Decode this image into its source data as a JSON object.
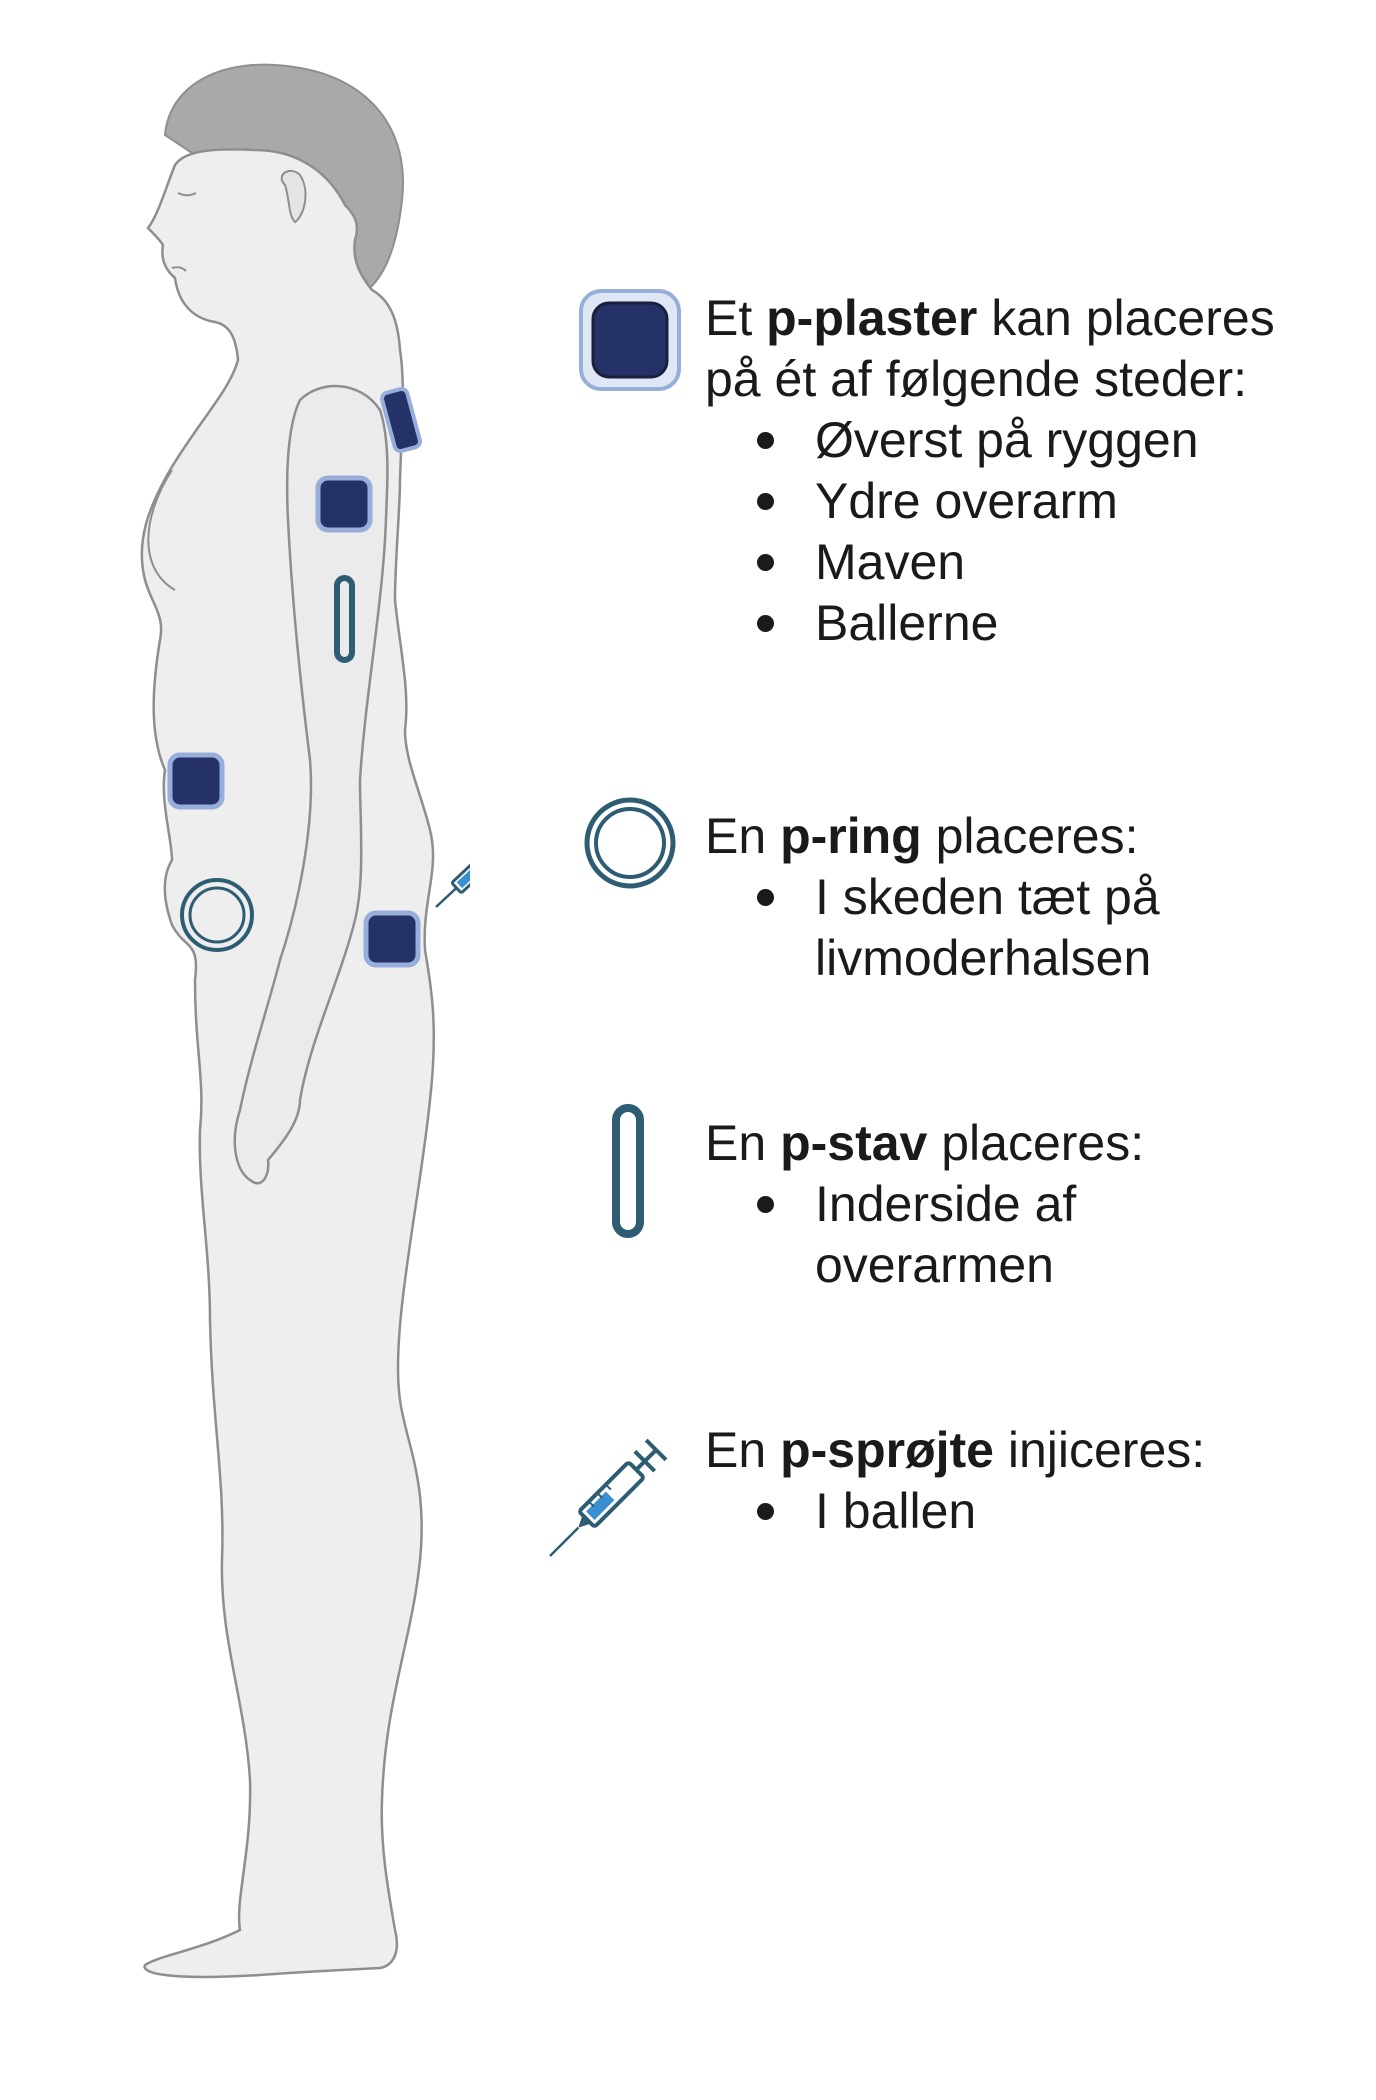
{
  "colors": {
    "body_fill": "#eeeeef",
    "body_stroke": "#8e8e8e",
    "hair": "#a9a9a9",
    "patch_fill": "#243268",
    "patch_border": "#97aedb",
    "ring_stroke": "#2e5d73",
    "rod_stroke": "#2e5d73",
    "syringe_blue": "#3a8fd1"
  },
  "patch": {
    "icon": "patch-icon",
    "prefix": "Et ",
    "bold": "p-plaster",
    "suffix": " kan placeres",
    "line2": "på ét af følgende steder:",
    "items": [
      "Øverst på ryggen",
      "Ydre overarm",
      "Maven",
      "Ballerne"
    ]
  },
  "ring": {
    "icon": "ring-icon",
    "prefix": "En ",
    "bold": "p-ring",
    "suffix": " placeres:",
    "items": [
      "I skeden tæt på",
      "livmoderhalsen"
    ]
  },
  "rod": {
    "icon": "rod-icon",
    "prefix": "En ",
    "bold": "p-stav",
    "suffix": " placeres:",
    "items": [
      "Inderside af",
      "overarmen"
    ]
  },
  "injection": {
    "icon": "syringe-icon",
    "prefix": "En ",
    "bold": "p-sprøjte",
    "suffix": " injiceres:",
    "items": [
      "I ballen"
    ]
  }
}
